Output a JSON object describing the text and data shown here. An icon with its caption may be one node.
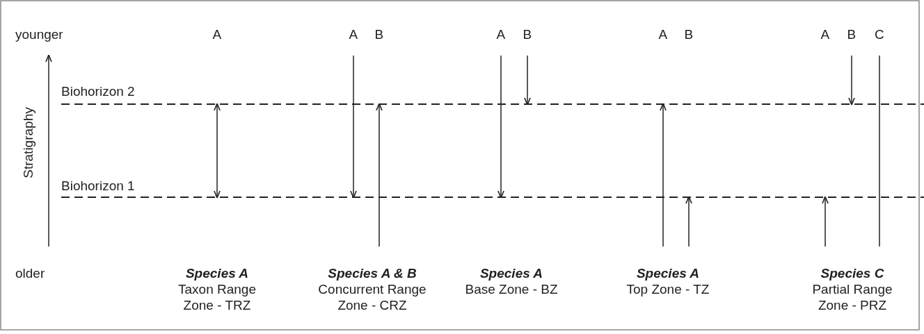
{
  "diagram": {
    "labels": [
      "younger",
      "A",
      "A",
      "B",
      "A",
      "B",
      "A",
      "B",
      "A",
      "B",
      "C",
      "Biohorizon 2",
      "Stratigraphy",
      "Biohorizon 1",
      "older",
      "Species A",
      "Taxon Range Zone - TRZ",
      "Species A & B",
      "Concurrent Range Zone - CRZ",
      "Species A",
      "Base Zone - BZ",
      "Species A",
      "Top Zone - TZ",
      "Species C",
      "Partial Range Zone - PRZ"
    ]
  }
}
